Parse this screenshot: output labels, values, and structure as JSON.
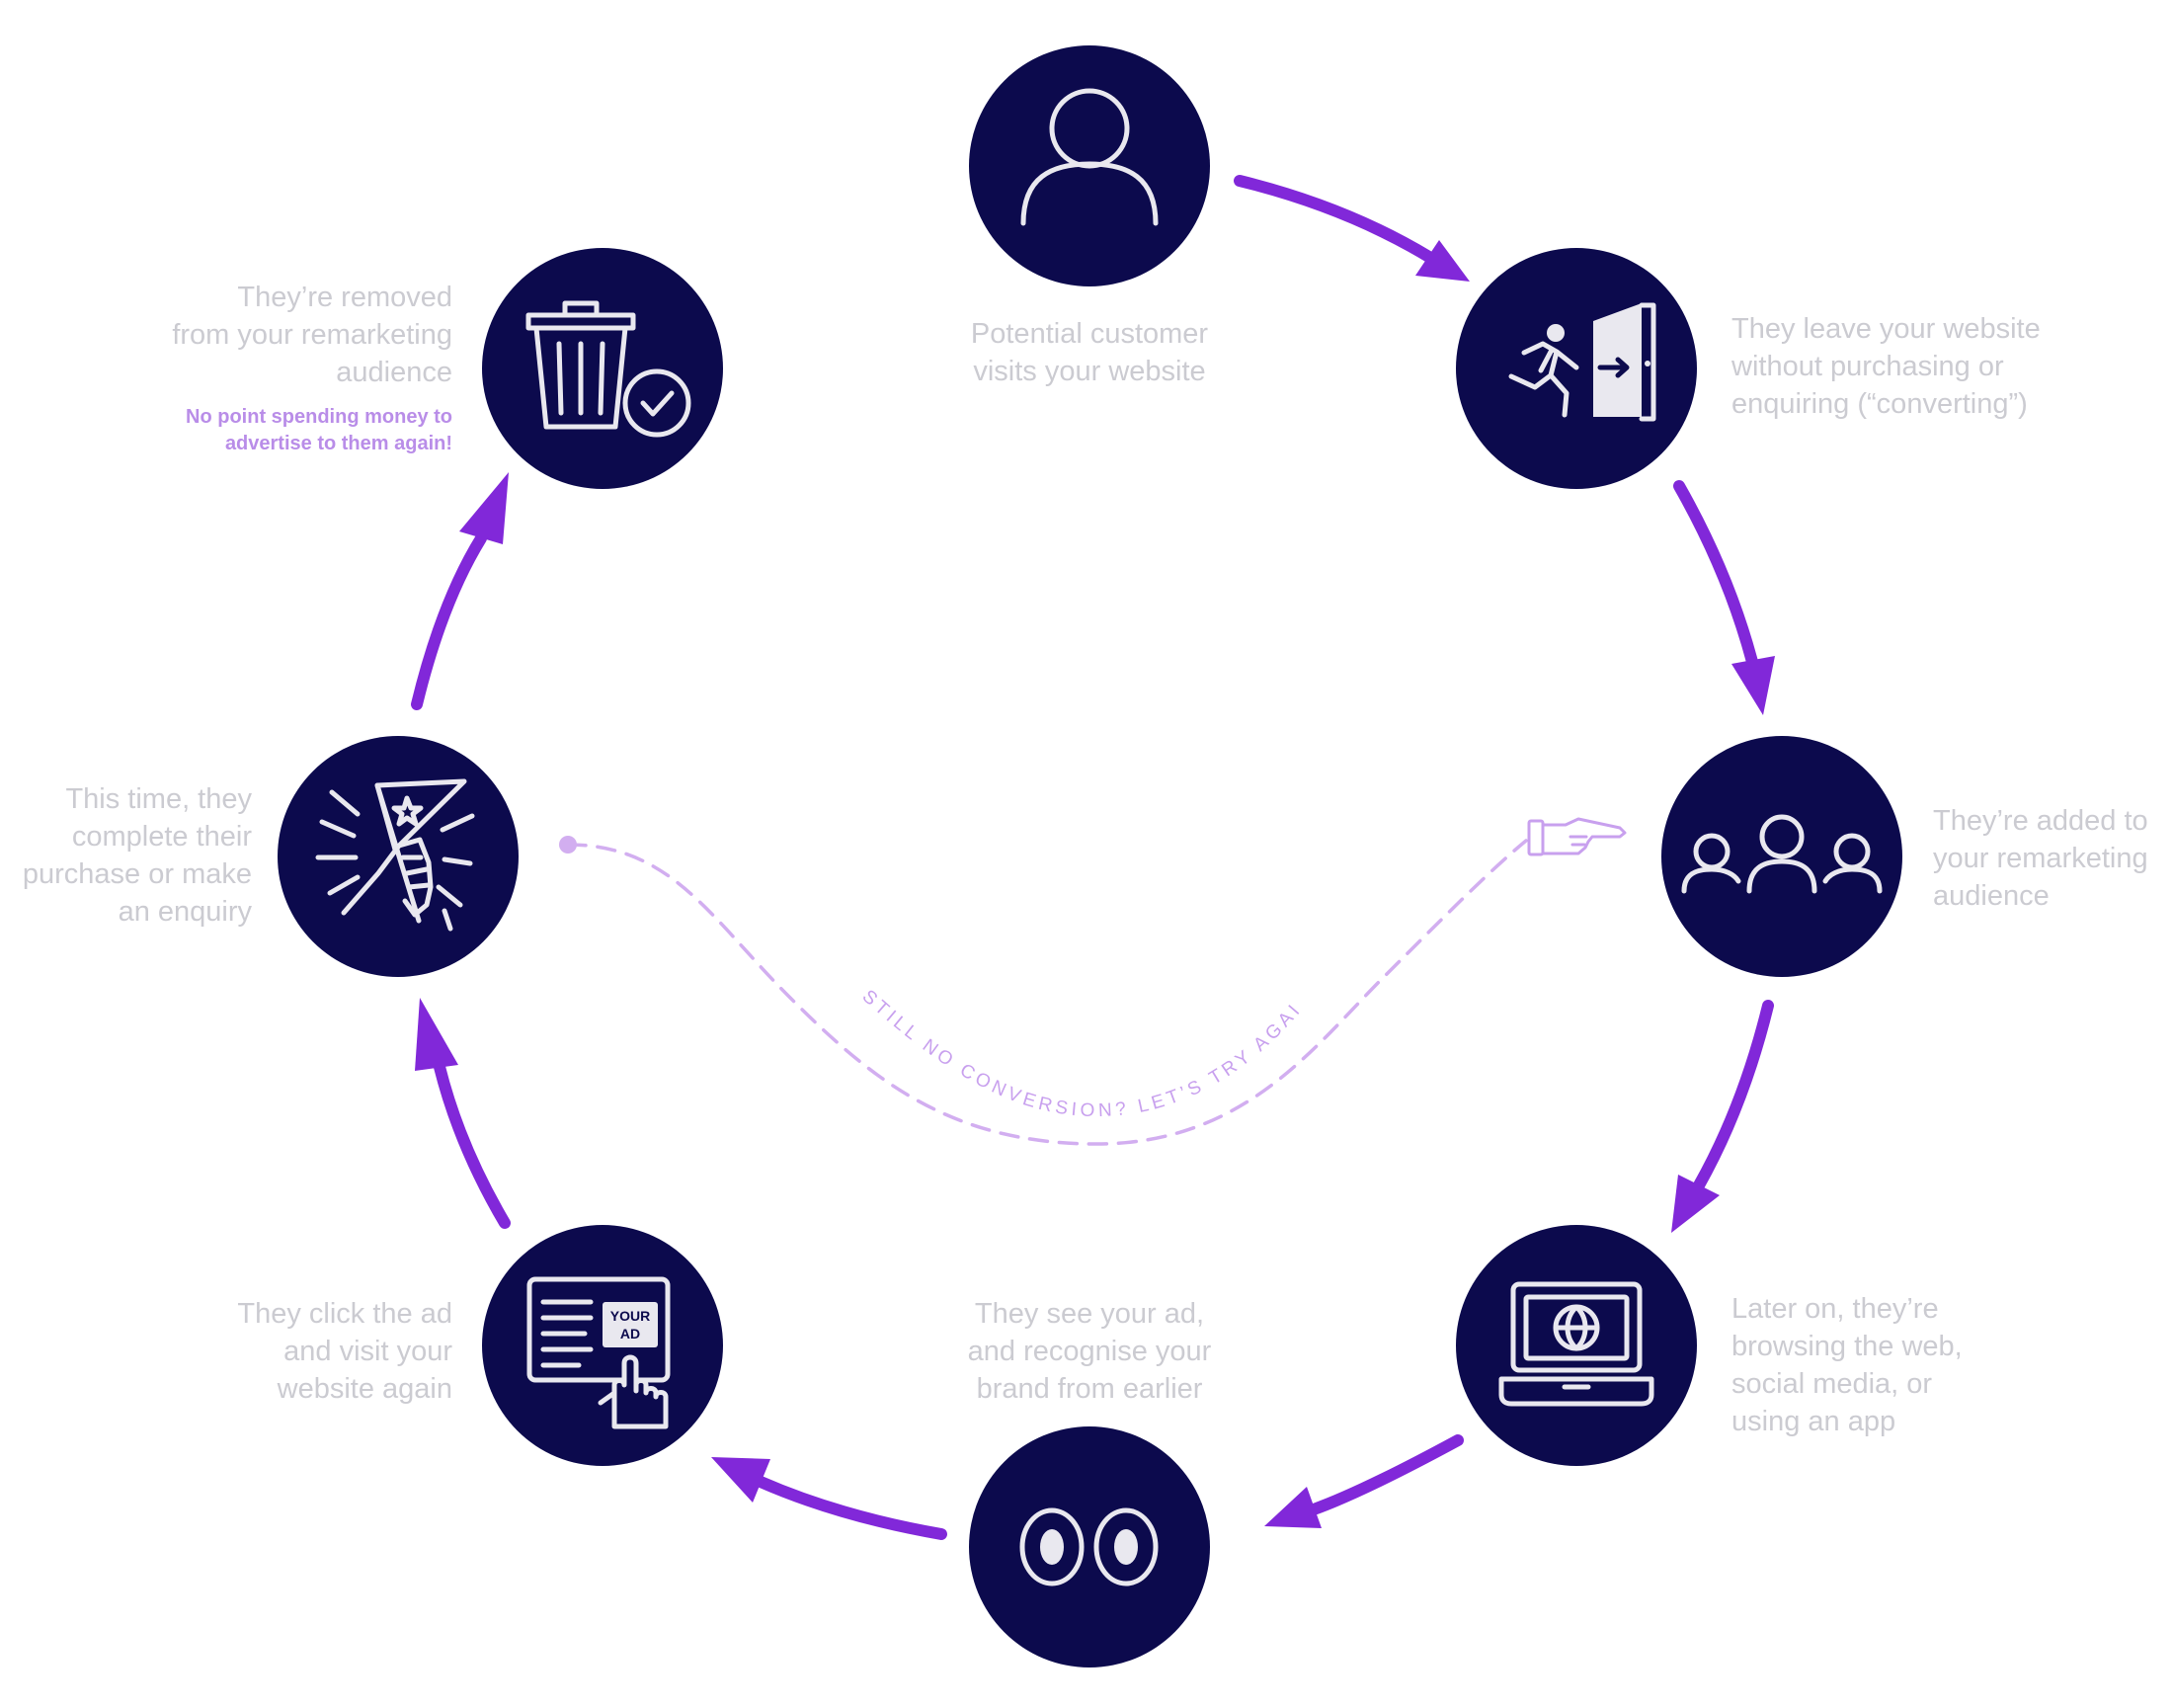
{
  "colors": {
    "circle": "#0c0a4d",
    "icon": "#e9e8ef",
    "arrow": "#8128d9",
    "loop": "#d2aef0",
    "label_text": "#cbcbd1",
    "note_text": "#b98de8"
  },
  "steps": [
    {
      "icon": "person-icon",
      "lines": [
        "Potential customer",
        "visits your website"
      ]
    },
    {
      "icon": "exit-door-icon",
      "lines": [
        "They leave your website",
        "without purchasing or",
        "enquiring (“converting”)"
      ]
    },
    {
      "icon": "audience-group-icon",
      "lines": [
        "They’re added to",
        "your remarketing",
        "audience"
      ]
    },
    {
      "icon": "laptop-globe-icon",
      "lines": [
        "Later on, they’re",
        "browsing the web,",
        "social media, or",
        "using an app"
      ]
    },
    {
      "icon": "eyes-icon",
      "lines": [
        "They see your ad,",
        "and recognise your",
        "brand from earlier"
      ]
    },
    {
      "icon": "click-ad-icon",
      "lines": [
        "They click the ad",
        "and visit your",
        "website again"
      ],
      "ad_text": [
        "YOUR",
        "AD"
      ]
    },
    {
      "icon": "celebration-flag-icon",
      "lines": [
        "This time, they",
        "complete their",
        "purchase or make",
        "an enquiry"
      ]
    },
    {
      "icon": "trash-check-icon",
      "lines": [
        "They’re removed",
        "from your remarketing",
        "audience"
      ]
    }
  ],
  "removal_note": [
    "No point spending money to",
    "advertise to them again!"
  ],
  "loop_label": "STILL NO CONVERSION? LET’S TRY AGAIN!"
}
